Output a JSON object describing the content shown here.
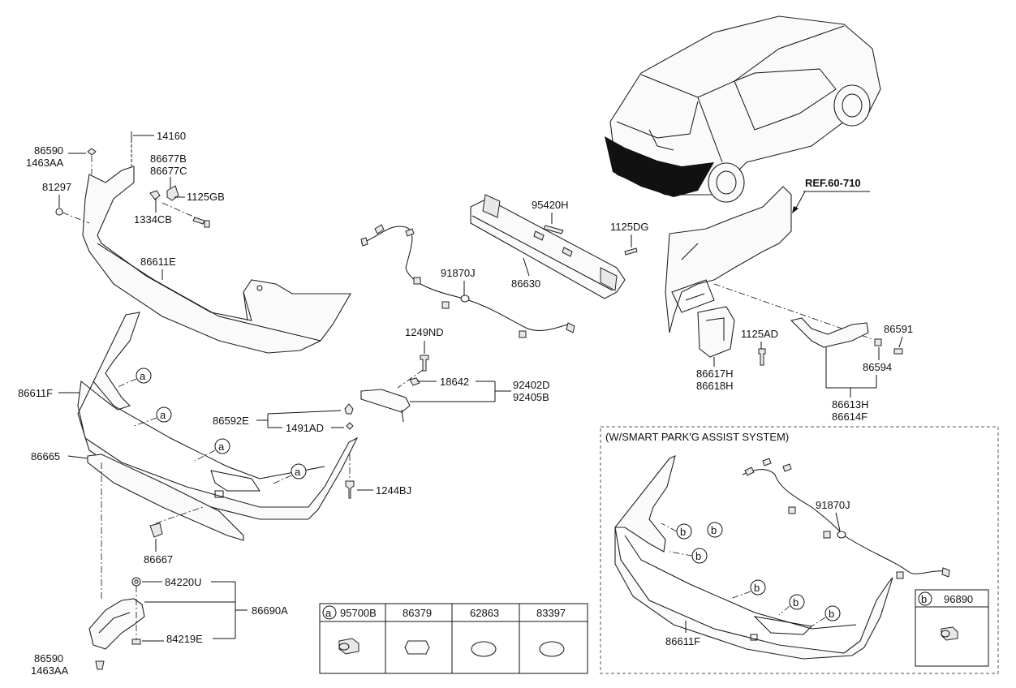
{
  "labels": {
    "l14160": "14160",
    "l86590a": "86590",
    "l1463aa_a": "1463AA",
    "l86677b": "86677B",
    "l86677c": "86677C",
    "l81297": "81297",
    "l1125gb": "1125GB",
    "l1334cb": "1334CB",
    "l86611e": "86611E",
    "l86611f": "86611F",
    "l86665": "86665",
    "l86592e": "86592E",
    "l1491ad": "1491AD",
    "l1244bj": "1244BJ",
    "l86667": "86667",
    "l84220u": "84220U",
    "l86690a": "86690A",
    "l84219e": "84219E",
    "l86590b": "86590",
    "l1463aa_b": "1463AA",
    "l95420h": "95420H",
    "l1125dg": "1125DG",
    "l86630": "86630",
    "l91870j": "91870J",
    "l1249nd": "1249ND",
    "l18642": "18642",
    "l92402d": "92402D",
    "l92405b": "92405B",
    "lref": "REF.60-710",
    "l1125ad": "1125AD",
    "l86591": "86591",
    "l86594": "86594",
    "l86617h": "86617H",
    "l86618h": "86618H",
    "l86613h": "86613H",
    "l86614f": "86614F",
    "l91870j_b": "91870J",
    "l86611f_b": "86611F"
  },
  "callout_letters": {
    "a": "a",
    "b": "b"
  },
  "smart_park_box": {
    "title": "(W/SMART PARK'G ASSIST SYSTEM)"
  },
  "legend_a": {
    "columns": [
      "95700B",
      "86379",
      "62863",
      "83397"
    ]
  },
  "legend_b": {
    "part": "96890"
  }
}
